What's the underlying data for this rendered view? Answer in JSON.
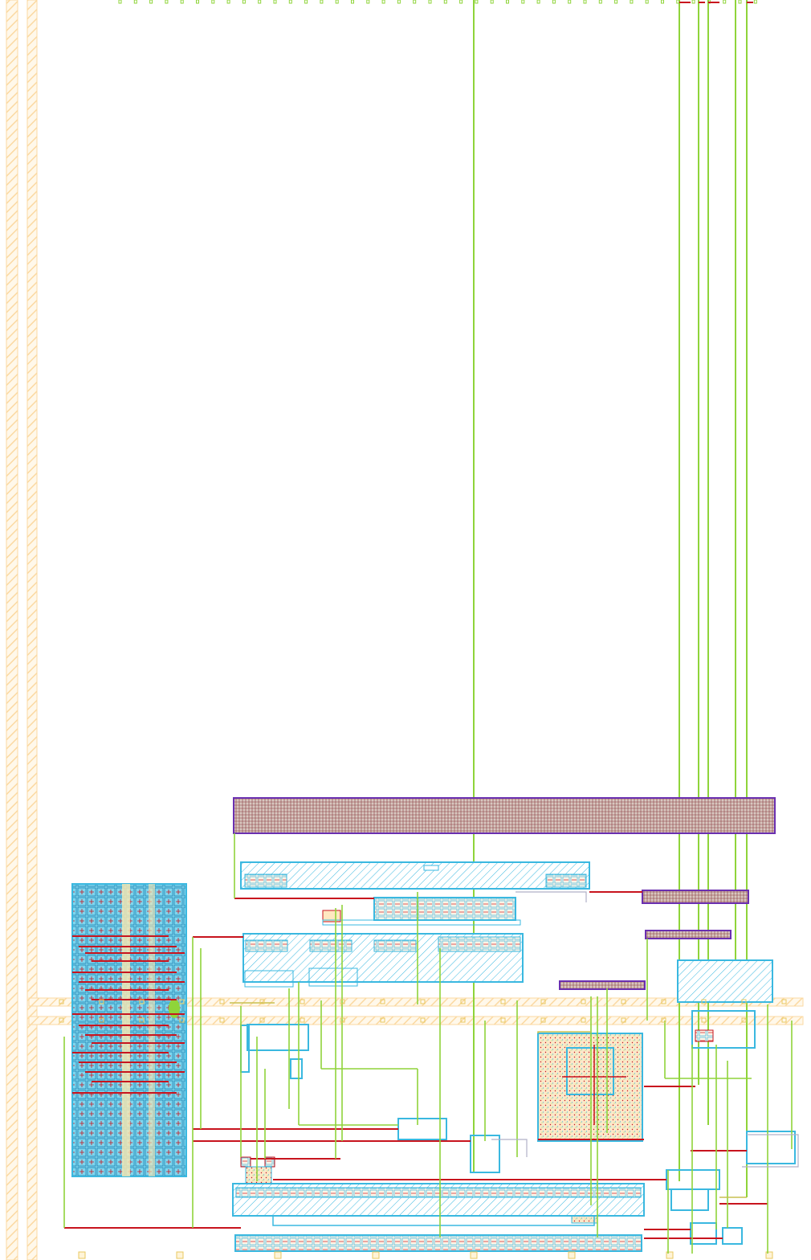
{
  "colors": {
    "background": "#ffffff",
    "metal_green": "#8fd43a",
    "metal_red": "#c8141e",
    "cell_cyan": "#3ab8e0",
    "cell_fill": "#7fd6ee",
    "boundary_purple": "#6a2fb0",
    "rail_hatch": "#fbd9a2",
    "rail_yellow": "#e8c860",
    "via_olive": "#b8b040",
    "dense_orange": "#e8b060",
    "grid_gray": "#a0a0b8"
  },
  "layers": [
    {
      "name": "power-rail",
      "icon": "hatch-pattern-icon"
    },
    {
      "name": "metal-vertical",
      "icon": "green-line-icon"
    },
    {
      "name": "metal-horizontal",
      "icon": "red-line-icon"
    },
    {
      "name": "standard-cell",
      "icon": "cyan-box-icon"
    },
    {
      "name": "cell-boundary",
      "icon": "purple-box-icon"
    }
  ]
}
